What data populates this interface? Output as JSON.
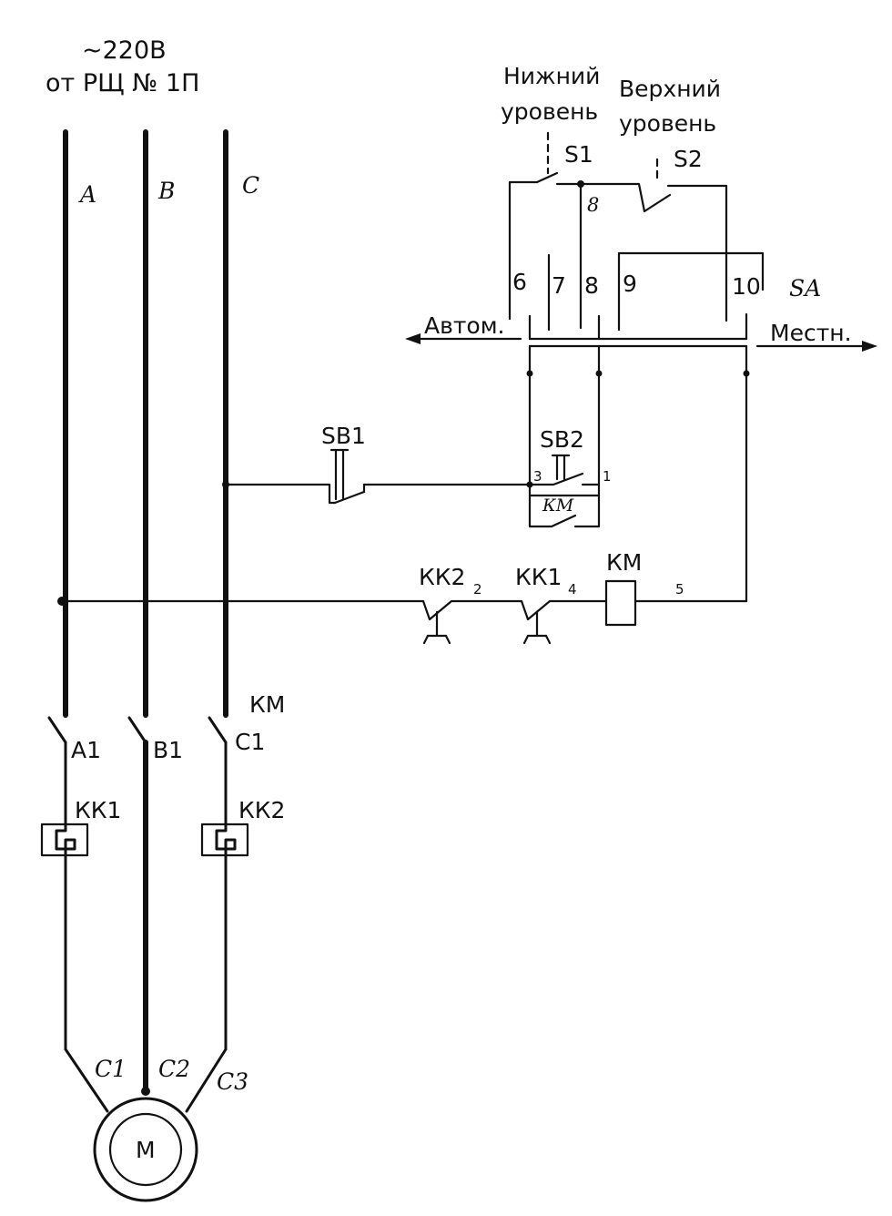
{
  "supply": {
    "voltage": "~220В",
    "source": "от РЩ № 1П"
  },
  "phases": {
    "a": "A",
    "b": "B",
    "c": "C"
  },
  "level_switches": {
    "lower": {
      "line1": "Нижний",
      "line2": "уровень",
      "tag": "S1"
    },
    "upper": {
      "line1": "Верхний",
      "line2": "уровень",
      "tag": "S2"
    },
    "junction_tag": "8"
  },
  "selector": {
    "tag": "SA",
    "auto_label": "Автом.",
    "local_label": "Местн.",
    "terminals": [
      "6",
      "7",
      "8",
      "9",
      "10"
    ]
  },
  "buttons": {
    "stop": "SB1",
    "start": "SB2",
    "hold_contact": "КМ",
    "node_left": "3",
    "node_right": "1"
  },
  "coil_circuit": {
    "relay2": {
      "main": "КК2",
      "sub": "2"
    },
    "relay1": {
      "main": "КК1",
      "sub": "4"
    },
    "coil": "КМ",
    "wire_tag": "5"
  },
  "power_contacts": {
    "group": "КМ",
    "a1": "А1",
    "b1": "В1",
    "c1": "С1"
  },
  "thermal_relays": {
    "left": "КК1",
    "right": "КК2"
  },
  "motor_leads": {
    "c1": "С1",
    "c2": "С2",
    "c3": "С3"
  },
  "motor": "М"
}
